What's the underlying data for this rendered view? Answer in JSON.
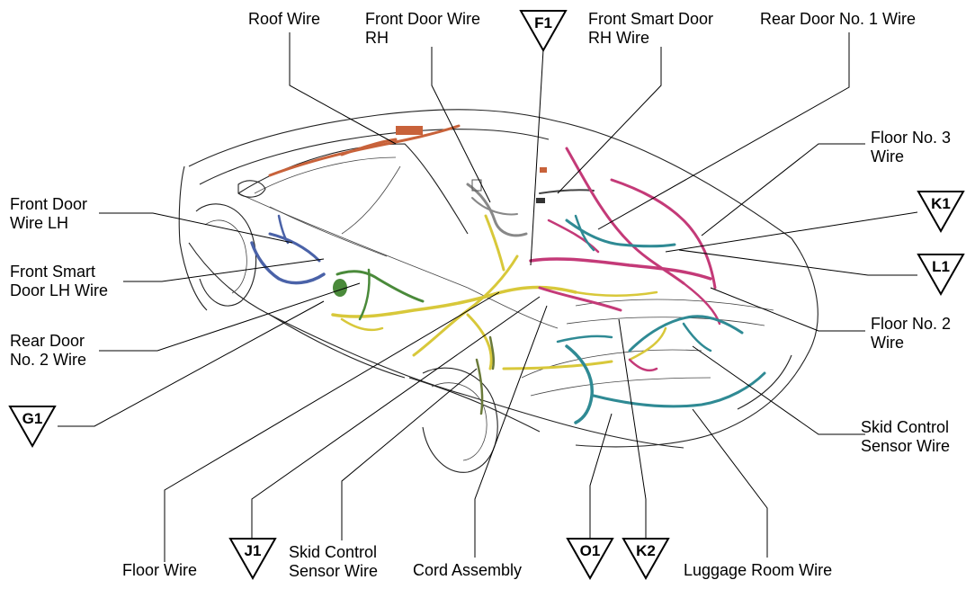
{
  "labels": {
    "roof_wire": "Roof Wire",
    "front_door_wire_rh_1": "Front Door Wire",
    "front_door_wire_rh_2": "RH",
    "front_smart_door_rh_1": "Front Smart Door",
    "front_smart_door_rh_2": "RH Wire",
    "rear_door_no1_wire": "Rear Door No. 1 Wire",
    "floor_no3_1": "Floor No. 3",
    "floor_no3_2": "Wire",
    "front_door_wire_lh_1": "Front Door",
    "front_door_wire_lh_2": "Wire LH",
    "front_smart_door_lh_1": "Front Smart",
    "front_smart_door_lh_2": "Door LH Wire",
    "rear_door_no2_1": "Rear Door",
    "rear_door_no2_2": "No. 2 Wire",
    "floor_no2_1": "Floor No. 2",
    "floor_no2_2": "Wire",
    "skid_control_right_1": "Skid Control",
    "skid_control_right_2": "Sensor Wire",
    "floor_wire": "Floor Wire",
    "skid_control_bottom_1": "Skid Control",
    "skid_control_bottom_2": "Sensor Wire",
    "cord_assembly": "Cord Assembly",
    "luggage_room_wire": "Luggage Room Wire"
  },
  "connectors": {
    "f1": "F1",
    "k1": "K1",
    "l1": "L1",
    "g1": "G1",
    "j1": "J1",
    "o1": "O1",
    "k2": "K2"
  },
  "colors": {
    "roof": "#c8623a",
    "yellow": "#d8c83a",
    "magenta": "#c43a78",
    "teal": "#2f8a94",
    "green": "#4a8a3a",
    "blue": "#4a62a8",
    "gray": "#888888",
    "olive": "#6a7a3a"
  }
}
